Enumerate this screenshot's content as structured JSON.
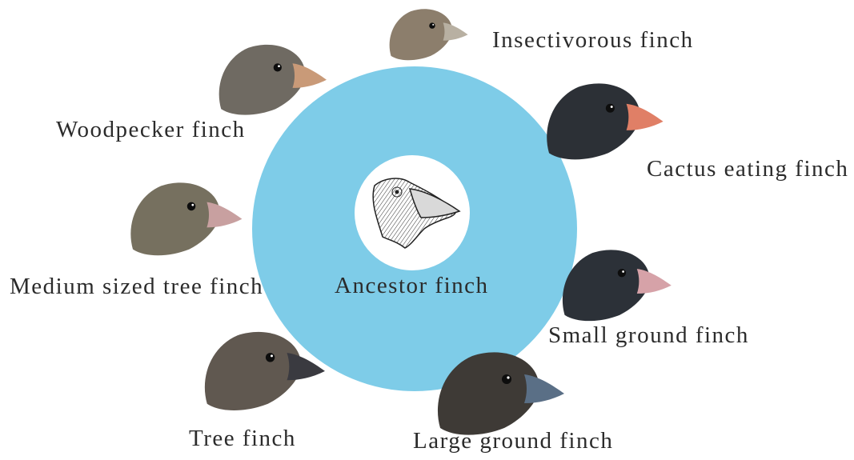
{
  "center": {
    "label": "Ancestor finch",
    "icon": "ancestor-finch-head-sketch-icon"
  },
  "ring_color": "#7ecce8",
  "finches": [
    {
      "key": "insectivorous",
      "label": "Insectivorous finch",
      "icon": "insectivorous-finch-head-icon",
      "plumage": "#8c7e6c",
      "beak": "#b8b0a2"
    },
    {
      "key": "woodpecker",
      "label": "Woodpecker finch",
      "icon": "woodpecker-finch-head-icon",
      "plumage": "#6f6a62",
      "beak": "#c99a78"
    },
    {
      "key": "cactus",
      "label": "Cactus eating finch",
      "icon": "cactus-eating-finch-head-icon",
      "plumage": "#2c3036",
      "beak": "#e07f66"
    },
    {
      "key": "medium-tree",
      "label": "Medium sized tree finch",
      "icon": "medium-tree-finch-head-icon",
      "plumage": "#76705f",
      "beak": "#c8a0a0"
    },
    {
      "key": "small-ground",
      "label": "Small ground finch",
      "icon": "small-ground-finch-head-icon",
      "plumage": "#2c3138",
      "beak": "#d6a2a8"
    },
    {
      "key": "tree",
      "label": "Tree finch",
      "icon": "tree-finch-head-icon",
      "plumage": "#605850",
      "beak": "#3a3a40"
    },
    {
      "key": "large-ground",
      "label": "Large ground finch",
      "icon": "large-ground-finch-head-icon",
      "plumage": "#3e3a36",
      "beak": "#5a6f86"
    }
  ]
}
